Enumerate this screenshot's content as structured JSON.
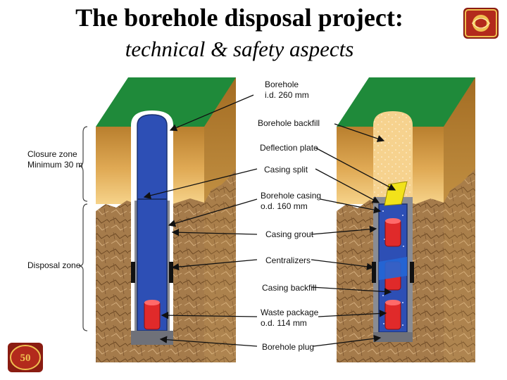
{
  "header": {
    "title": "The borehole disposal project:",
    "subtitle": "technical & safety aspects"
  },
  "zones": {
    "closure_line1": "Closure zone",
    "closure_line2": "Minimum 30 m",
    "disposal": "Disposal zone"
  },
  "callouts": {
    "borehole_l1": "Borehole",
    "borehole_l2": "i.d. 260 mm",
    "backfill": "Borehole backfill",
    "deflection": "Deflection plate",
    "casing_split": "Casing split",
    "casing_l1": "Borehole casing",
    "casing_l2": "o.d. 160 mm",
    "grout": "Casing grout",
    "centralizers": "Centralizers",
    "casing_backfill": "Casing backfill",
    "waste_l1": "Waste package",
    "waste_l2": "o.d. 114 mm",
    "plug": "Borehole plug"
  },
  "logos": {
    "top_text": "",
    "bottom_text": "50"
  },
  "colors": {
    "grass": "#1f8a3a",
    "soil_top": "#c98f3a",
    "soil_mid": "#e9b864",
    "rock": "#a47a4a",
    "casing": "#2d4fb5",
    "waste": "#e02a2a",
    "backfill": "#f6d28e",
    "plate": "#f2e21a"
  }
}
